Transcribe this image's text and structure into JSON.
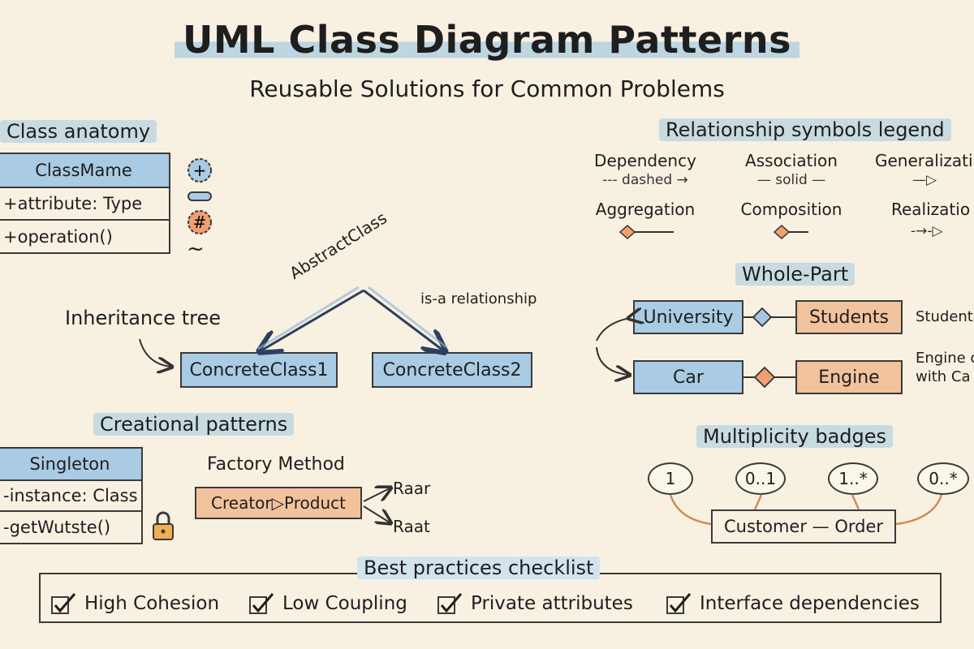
{
  "header": {
    "title": "UML Class Diagram Patterns",
    "subtitle": "Reusable Solutions for Common Problems"
  },
  "class_anatomy": {
    "heading": "Class anatomy",
    "class_name": "ClassMame",
    "attribute": "+attribute: Type",
    "operation": "+operation()",
    "visibility_icons": [
      {
        "symbol": "+",
        "icon": "public-icon"
      },
      {
        "symbol": "−",
        "icon": "private-icon"
      },
      {
        "symbol": "#",
        "icon": "protected-icon"
      },
      {
        "symbol": "~",
        "icon": "package-icon"
      }
    ]
  },
  "inheritance": {
    "heading": "Inheritance tree",
    "parent": "AbstractClass",
    "relation_label": "is-a relationship",
    "children": [
      "ConcreteClass1",
      "ConcreteClass2"
    ]
  },
  "creational": {
    "heading": "Creational patterns",
    "singleton": {
      "name": "Singleton",
      "attribute": "-instance: Class",
      "operation": "-getWutste()"
    },
    "factory": {
      "heading": "Factory Method",
      "box": "Creator▷Product",
      "products": [
        "Raar",
        "Raat"
      ]
    }
  },
  "legend": {
    "heading": "Relationship symbols legend",
    "items": [
      {
        "name": "Dependency",
        "symbol": "--- dashed →"
      },
      {
        "name": "Association",
        "symbol": "— solid —"
      },
      {
        "name": "Generalizati",
        "symbol": "—▷"
      },
      {
        "name": "Aggregation",
        "symbol": ""
      },
      {
        "name": "Composition",
        "symbol": ""
      },
      {
        "name": "Realizatio",
        "symbol": "-→-▷"
      }
    ]
  },
  "whole_part": {
    "heading": "Whole-Part",
    "rows": [
      {
        "whole": "University",
        "part": "Students",
        "note": "Student"
      },
      {
        "whole": "Car",
        "part": "Engine",
        "note": "Engine c\nwith Ca"
      }
    ]
  },
  "multiplicity": {
    "heading": "Multiplicity badges",
    "badges": [
      "1",
      "0..1",
      "1..*",
      "0..*"
    ],
    "relation": "Customer — Order"
  },
  "checklist": {
    "heading": "Best practices checklist",
    "items": [
      "High Cohesion",
      "Low Coupling",
      "Private attributes",
      "Interface dependencies"
    ]
  },
  "colors": {
    "background": "#f8f1e1",
    "blue_fill": "#a9cbe4",
    "orange_fill": "#f2c29c",
    "diamond_orange": "#f0a070",
    "diamond_blue": "#a9c4e4"
  }
}
